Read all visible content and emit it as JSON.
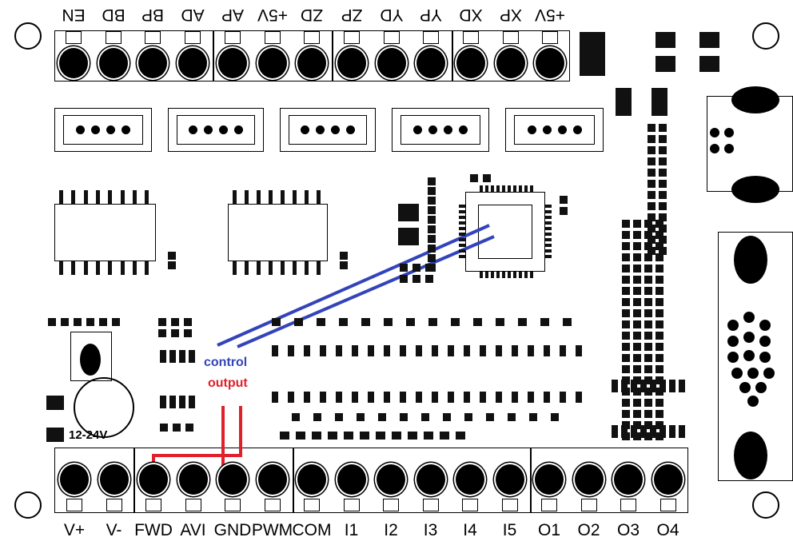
{
  "top_terminal_labels": [
    "EN",
    "BD",
    "BP",
    "AD",
    "AP",
    "+5V",
    "ZD",
    "ZP",
    "YD",
    "YP",
    "XD",
    "XP",
    "+5V"
  ],
  "bottom_terminal_labels": [
    "V+",
    "V-",
    "FWD",
    "AVI",
    "GND",
    "PWM",
    "COM",
    "I1",
    "I2",
    "I3",
    "I4",
    "I5",
    "O1",
    "O2",
    "O3",
    "O4"
  ],
  "annotations": {
    "control": "control",
    "output": "output"
  },
  "power_label": "12-24V",
  "colors": {
    "control_wire": "#3344bb",
    "output_wire": "#e0202a",
    "board": "#ffffff",
    "ink": "#000000"
  }
}
